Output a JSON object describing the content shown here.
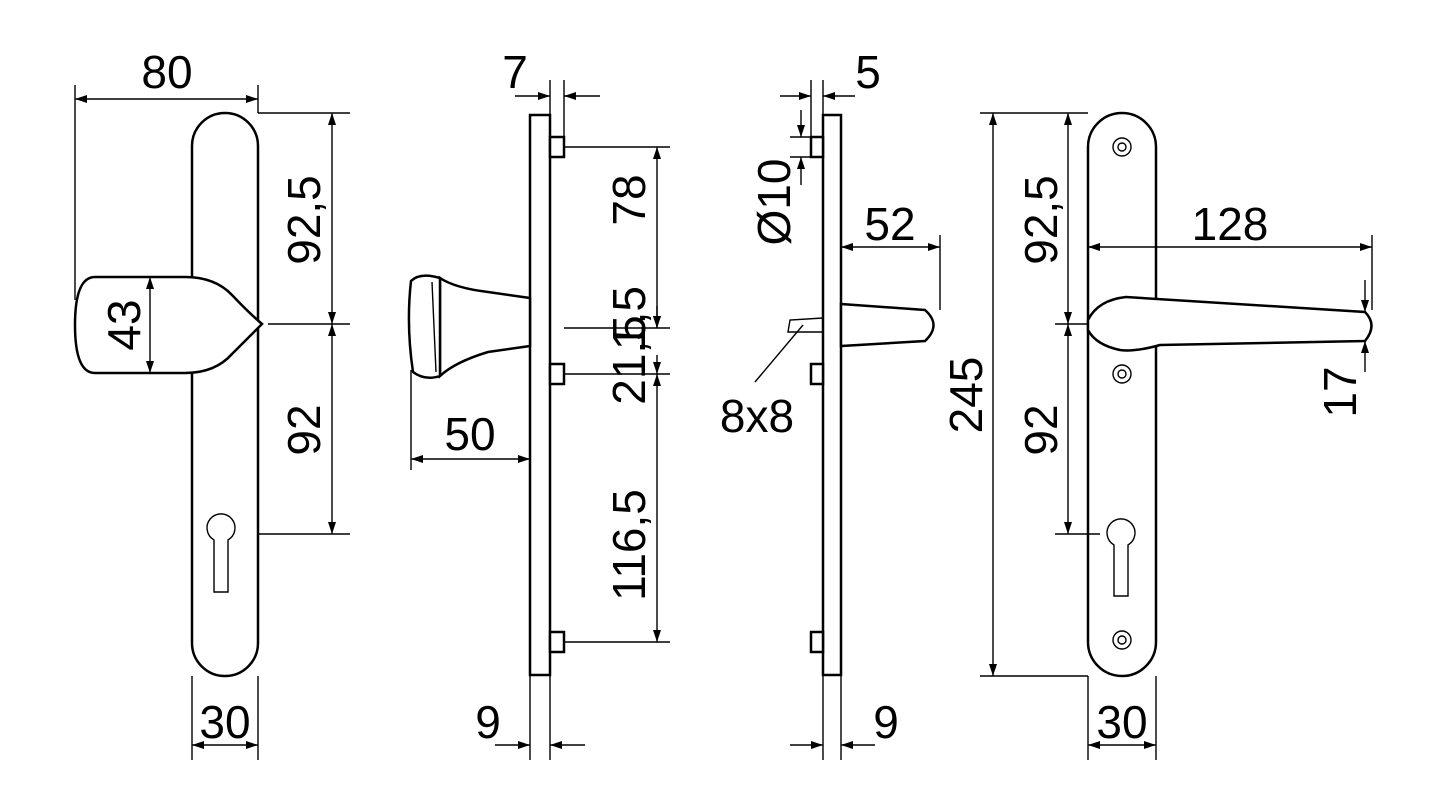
{
  "dimensions": {
    "front_width": "80",
    "front_upper": "92,5",
    "front_knob_height": "43",
    "front_lower": "92",
    "front_plate_width": "30",
    "side_offset_top": "7",
    "side_spacing_a": "78",
    "side_spacing_b": "1,5",
    "side_spacing_c": "21,5",
    "side_spacing_d": "116,5",
    "side_knob_projection": "50",
    "side_plate_thickness": "9",
    "rear_offset_top": "5",
    "rear_pin_diameter": "Ø10",
    "rear_lever_projection": "52",
    "rear_spindle": "8x8",
    "rear_plate_thickness": "9",
    "lever_total_height": "245",
    "lever_upper": "92,5",
    "lever_length": "128",
    "lever_lower": "92",
    "lever_grip": "17",
    "lever_plate_width": "30"
  },
  "colors": {
    "line": "#000000",
    "background": "#ffffff"
  }
}
